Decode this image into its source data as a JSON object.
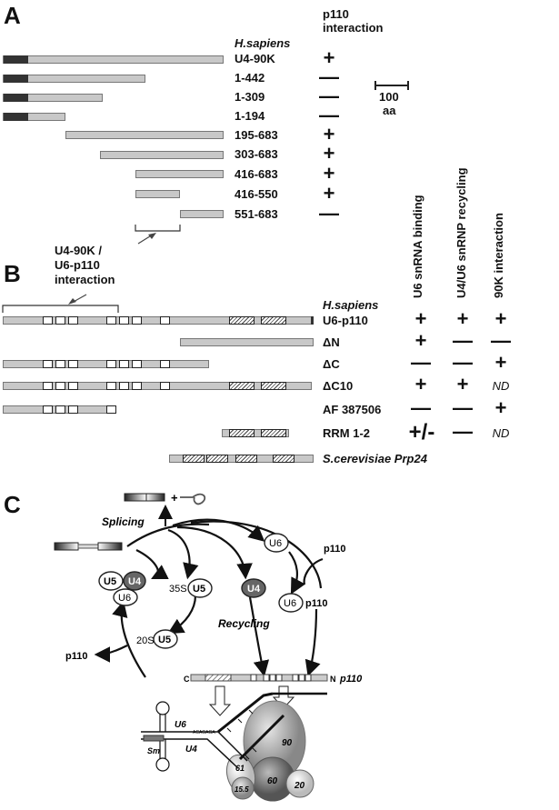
{
  "panelA": {
    "letter": "A",
    "col_header_line1": "p110",
    "col_header_line2": "interaction",
    "species": "H.sapiens",
    "constructs": [
      {
        "label": "U4-90K",
        "result": "+"
      },
      {
        "label": "1-442",
        "result": "—"
      },
      {
        "label": "1-309",
        "result": "—"
      },
      {
        "label": "1-194",
        "result": "—"
      },
      {
        "label": "195-683",
        "result": "+"
      },
      {
        "label": "303-683",
        "result": "+"
      },
      {
        "label": "416-683",
        "result": "+"
      },
      {
        "label": "416-550",
        "result": "+"
      },
      {
        "label": "551-683",
        "result": "—"
      }
    ],
    "scale_value": "100",
    "scale_unit": "aa",
    "region_label_line1": "U4-90K /",
    "region_label_line2": "U6-p110",
    "region_label_line3": "interaction"
  },
  "panelB": {
    "letter": "B",
    "species": "H.sapiens",
    "col_headers": [
      "U6 snRNA binding",
      "U4/U6 snRNP recycling",
      "90K interaction"
    ],
    "constructs": [
      {
        "label": "U6-p110",
        "results": [
          "+",
          "+",
          "+"
        ]
      },
      {
        "label": "ΔN",
        "results": [
          "+",
          "—",
          "—"
        ]
      },
      {
        "label": "ΔC",
        "results": [
          "—",
          "—",
          "+"
        ]
      },
      {
        "label": "ΔC10",
        "results": [
          "+",
          "+",
          "ND"
        ]
      },
      {
        "label": "AF 387506",
        "results": [
          "—",
          "—",
          "+"
        ]
      },
      {
        "label": "RRM 1-2",
        "results": [
          "+/-",
          "—",
          "ND"
        ]
      },
      {
        "label": "S.cerevisiae Prp24",
        "results": [
          "",
          "",
          ""
        ]
      }
    ]
  },
  "panelC": {
    "letter": "C",
    "splicing": "Splicing",
    "recycling": "Recycling",
    "plus": "+",
    "u6": "U6",
    "u5": "U5",
    "u4": "U4",
    "p110": "p110",
    "s35": "35S",
    "s20": "20S",
    "strand_c": "C",
    "strand_n": "N",
    "strand_label": "p110",
    "rna_u6": "U6",
    "rna_u4": "U4",
    "seq": "ACAGAGA",
    "sm": "Sm",
    "prot_90": "90",
    "prot_60": "60",
    "prot_20": "20",
    "prot_61": "61",
    "prot_155": "15.5"
  }
}
